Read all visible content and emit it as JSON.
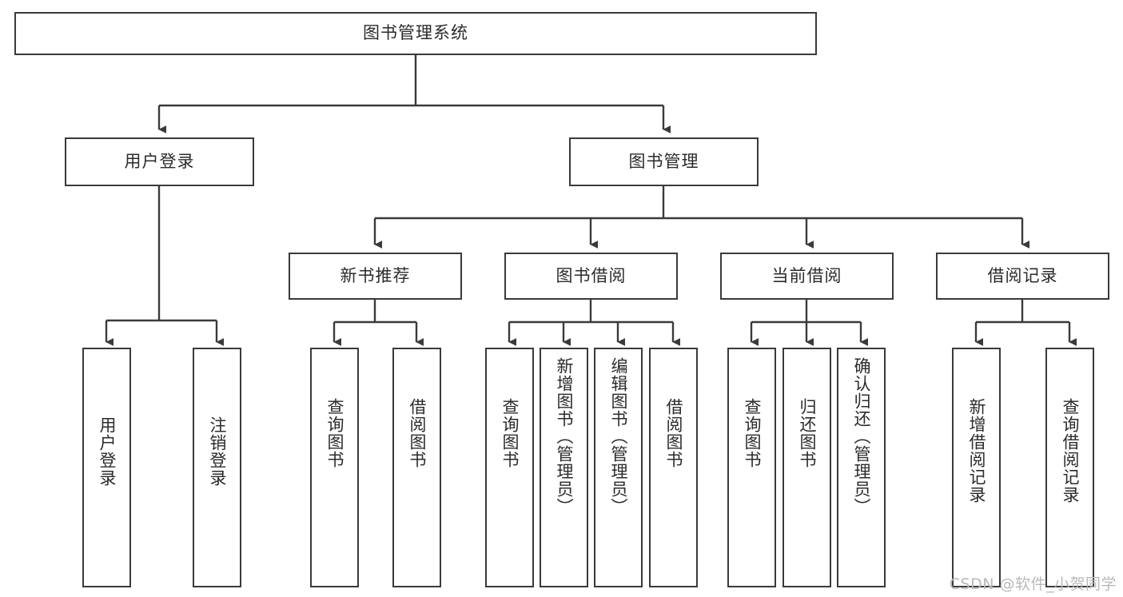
{
  "diagram": {
    "title": "图书管理系统",
    "type": "tree-hierarchy-flowchart",
    "colors": {
      "box_border": "#3a3a3a",
      "box_fill": "#ffffff",
      "connector": "#3a3a3a",
      "text": "#2b2b2b",
      "watermark": "#b9b9b9",
      "background": "#ffffff"
    },
    "root": {
      "label": "图书管理系统"
    },
    "level2": [
      {
        "label": "用户登录"
      },
      {
        "label": "图书管理"
      }
    ],
    "level3": [
      {
        "label": "新书推荐"
      },
      {
        "label": "图书借阅"
      },
      {
        "label": "当前借阅"
      },
      {
        "label": "借阅记录"
      }
    ],
    "leaves_login": [
      {
        "label": "用户登录"
      },
      {
        "label": "注销登录"
      }
    ],
    "leaves_recommend": [
      {
        "label": "查询图书"
      },
      {
        "label": "借阅图书"
      }
    ],
    "leaves_borrow": [
      {
        "label": "查询图书"
      },
      {
        "label": "新增图书（管理员）"
      },
      {
        "label": "编辑图书（管理员）"
      },
      {
        "label": "借阅图书"
      }
    ],
    "leaves_current": [
      {
        "label": "查询图书"
      },
      {
        "label": "归还图书"
      },
      {
        "label": "确认归还（管理员）"
      }
    ],
    "leaves_records": [
      {
        "label": "新增借阅记录"
      },
      {
        "label": "查询借阅记录"
      }
    ]
  },
  "watermark": {
    "text": "CSDN @软件_小贺同学"
  }
}
